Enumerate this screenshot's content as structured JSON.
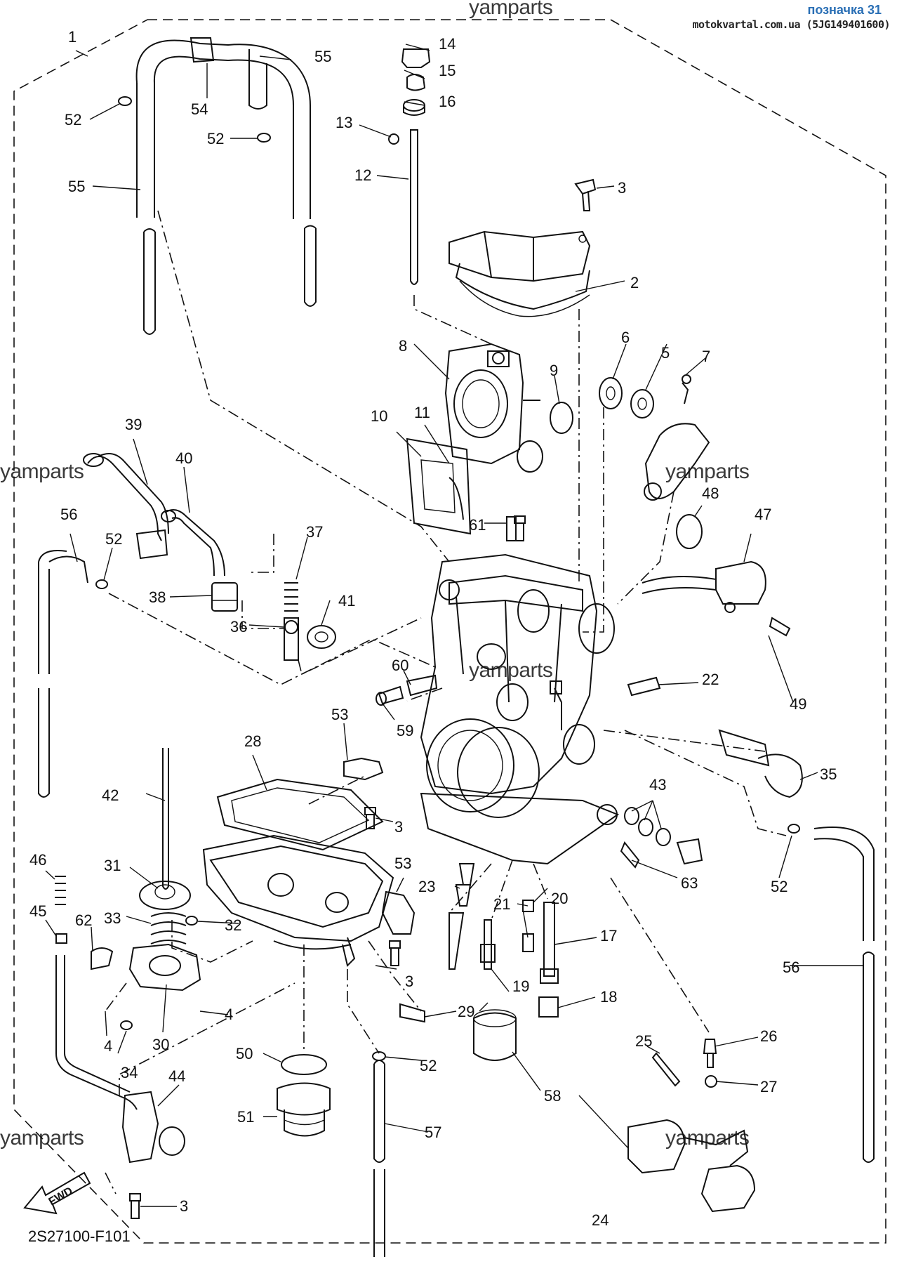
{
  "header": {
    "title": "позначка 31",
    "source": "motokvartal.com.ua (5JG149401600)"
  },
  "watermark": "yamparts",
  "diagram_code": "2S27100-F101",
  "fwd_label": "FWD",
  "part_labels": {
    "p1": "1",
    "p2": "2",
    "p3a": "3",
    "p3b": "3",
    "p3c": "3",
    "p3d": "3",
    "p4a": "4",
    "p4b": "4",
    "p5": "5",
    "p6": "6",
    "p7": "7",
    "p8": "8",
    "p9": "9",
    "p10": "10",
    "p11": "11",
    "p12": "12",
    "p13": "13",
    "p14": "14",
    "p15": "15",
    "p16": "16",
    "p17": "17",
    "p18": "18",
    "p19": "19",
    "p20": "20",
    "p21": "21",
    "p22": "22",
    "p23": "23",
    "p24": "24",
    "p25": "25",
    "p26": "26",
    "p27": "27",
    "p28": "28",
    "p29": "29",
    "p30": "30",
    "p31": "31",
    "p32": "32",
    "p33": "33",
    "p34": "34",
    "p35": "35",
    "p36": "36",
    "p37": "37",
    "p38": "38",
    "p39": "39",
    "p40": "40",
    "p41": "41",
    "p42": "42",
    "p43": "43",
    "p44": "44",
    "p45": "45",
    "p46": "46",
    "p47": "47",
    "p48": "48",
    "p49": "49",
    "p50": "50",
    "p51": "51",
    "p52a": "52",
    "p52b": "52",
    "p52c": "52",
    "p52d": "52",
    "p52e": "52",
    "p53a": "53",
    "p53b": "53",
    "p54": "54",
    "p55a": "55",
    "p55b": "55",
    "p56a": "56",
    "p56b": "56",
    "p57": "57",
    "p58": "58",
    "p59": "59",
    "p60": "60",
    "p61": "61",
    "p62": "62",
    "p63": "63"
  }
}
